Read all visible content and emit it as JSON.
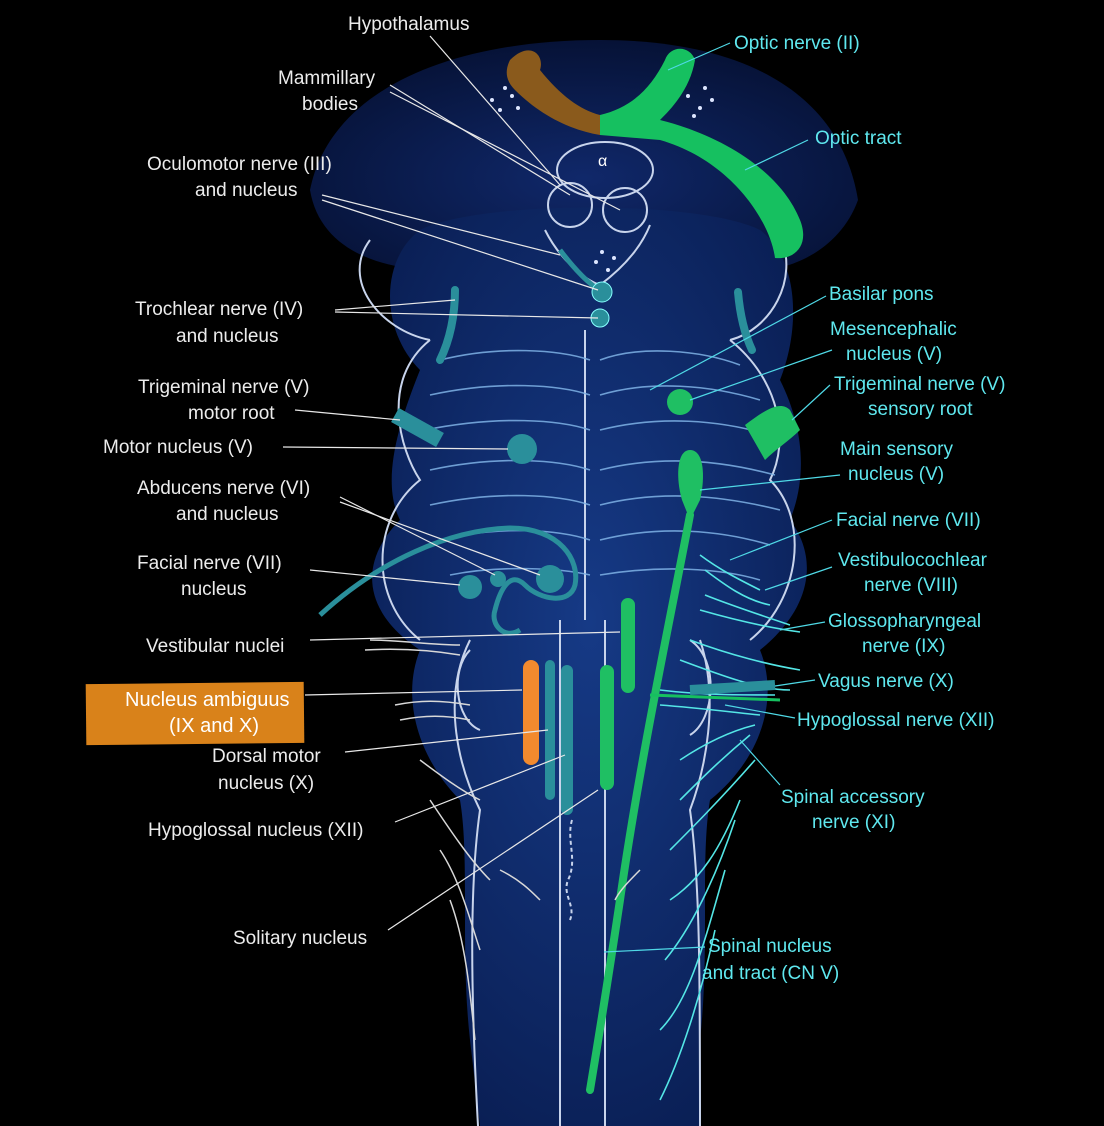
{
  "labels_left": {
    "hypothalamus": "Hypothalamus",
    "mammillary_1": "Mammillary",
    "mammillary_2": "bodies",
    "oculomotor_1": "Oculomotor nerve (III)",
    "oculomotor_2": "and nucleus",
    "trochlear_1": "Trochlear nerve (IV)",
    "trochlear_2": "and nucleus",
    "trigeminal_motor_1": "Trigeminal nerve (V)",
    "trigeminal_motor_2": "motor root",
    "motor_nucleus": "Motor nucleus (V)",
    "abducens_1": "Abducens nerve (VI)",
    "abducens_2": "and nucleus",
    "facial_nucleus_1": "Facial nerve (VII)",
    "facial_nucleus_2": "nucleus",
    "vestibular_nuclei": "Vestibular nuclei",
    "dorsal_motor_1": "Dorsal motor",
    "dorsal_motor_2": "nucleus (X)",
    "hypoglossal_nucleus": "Hypoglossal nucleus (XII)",
    "solitary_nucleus": "Solitary nucleus"
  },
  "highlight": {
    "line1": "Nucleus ambiguus",
    "line2": "(IX and X)",
    "color": "#d9821a"
  },
  "labels_right": {
    "optic_nerve": "Optic nerve (II)",
    "optic_tract": "Optic tract",
    "basilar_pons": "Basilar pons",
    "mesencephalic_1": "Mesencephalic",
    "mesencephalic_2": "nucleus (V)",
    "trigeminal_sensory_1": "Trigeminal nerve (V)",
    "trigeminal_sensory_2": "sensory root",
    "main_sensory_1": "Main sensory",
    "main_sensory_2": "nucleus (V)",
    "facial_nerve": "Facial nerve (VII)",
    "vestibulocochlear_1": "Vestibulocochlear",
    "vestibulocochlear_2": "nerve (VIII)",
    "glossopharyngeal_1": "Glossopharyngeal",
    "glossopharyngeal_2": "nerve (IX)",
    "vagus": "Vagus nerve (X)",
    "hypoglossal_nerve": "Hypoglossal nerve (XII)",
    "spinal_accessory_1": "Spinal accessory",
    "spinal_accessory_2": "nerve (XI)",
    "spinal_nucleus_1": "Spinal nucleus",
    "spinal_nucleus_2": "and tract (CN V)"
  },
  "colors": {
    "background": "#000000",
    "brainstem": "#0e2a6e",
    "sensory_green": "#1fbf63",
    "motor_teal": "#2a8f9b",
    "optic_green": "#16c060",
    "hypothalamus_brown": "#8a5a1c"
  }
}
